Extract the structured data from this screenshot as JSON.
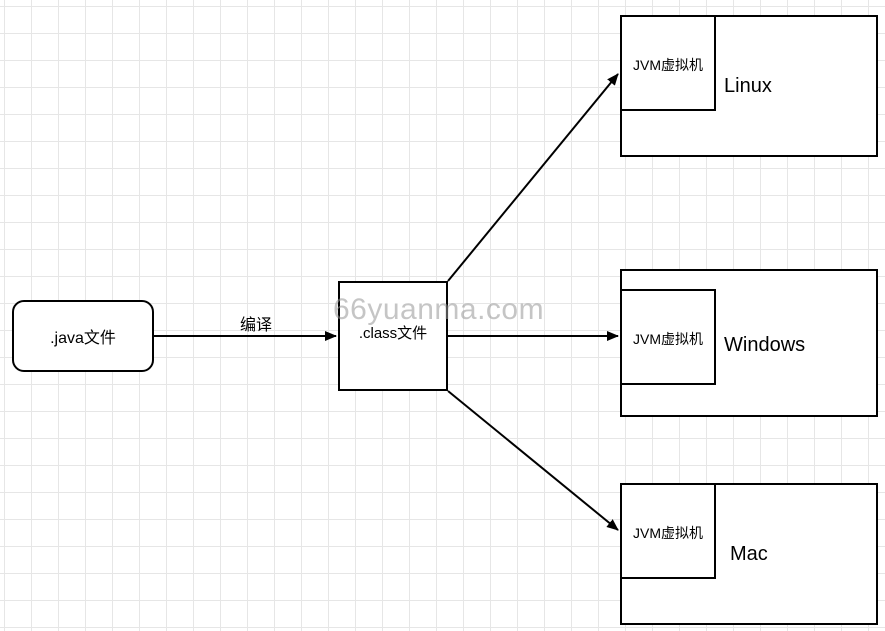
{
  "diagram": {
    "source_node": {
      "label": ".java文件"
    },
    "edge_label": "编译",
    "class_node": {
      "label": ".class文件"
    },
    "watermark": "66yuanma.com",
    "targets": [
      {
        "jvm_label": "JVM虚拟机",
        "os": "Linux"
      },
      {
        "jvm_label": "JVM虚拟机",
        "os": "Windows"
      },
      {
        "jvm_label": "JVM虚拟机",
        "os": "Mac"
      }
    ]
  }
}
